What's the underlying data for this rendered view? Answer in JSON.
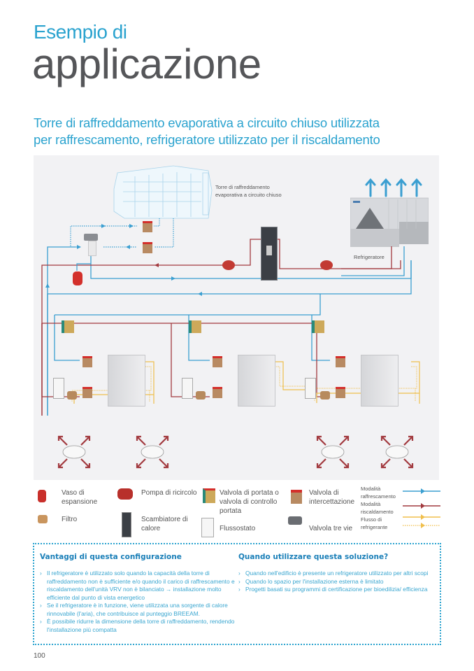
{
  "header": {
    "title_line1": "Esempio di",
    "title_line2": "applicazione",
    "subtitle_line1": "Torre di raffreddamento evaporativa a circuito chiuso utilizzata",
    "subtitle_line2": "per raffrescamento, refrigeratore utilizzato per il riscaldamento"
  },
  "diagram": {
    "tower_label_line1": "Torre di raffreddamento",
    "tower_label_line2": "evaporativa a circuito chiuso",
    "chiller_label": "Refrigeratore",
    "colors": {
      "cooling": "#3b9fd1",
      "heating": "#a23a3f",
      "refrigerant": "#f0bf4c",
      "background": "#f2f2f4"
    }
  },
  "legend": {
    "items": [
      {
        "icon": "expansion-vessel-icon",
        "label_line1": "Vaso di",
        "label_line2": "espansione"
      },
      {
        "icon": "filter-icon",
        "label_line1": "Filtro",
        "label_line2": ""
      },
      {
        "icon": "circulation-pump-icon",
        "label_line1": "Pompa di ricircolo",
        "label_line2": ""
      },
      {
        "icon": "heat-exchanger-icon",
        "label_line1": "Scambiatore di",
        "label_line2": "calore"
      },
      {
        "icon": "flow-valve-icon",
        "label_line1": "Valvola di portata o",
        "label_line2": "valvola di controllo",
        "label_line3": "portata"
      },
      {
        "icon": "flow-switch-icon",
        "label_line1": "Flussostato",
        "label_line2": ""
      },
      {
        "icon": "shutoff-valve-icon",
        "label_line1": "Valvola di",
        "label_line2": "intercettazione"
      },
      {
        "icon": "three-way-valve-icon",
        "label_line1": "Valvola tre vie",
        "label_line2": ""
      }
    ],
    "modes": [
      {
        "label_line1": "Modalità",
        "label_line2": "raffrescamento",
        "color": "#3b9fd1",
        "style": "solid"
      },
      {
        "label_line1": "Modalità",
        "label_line2": "riscaldamento",
        "color": "#a23a3f",
        "style": "solid"
      },
      {
        "label_line1": "Flusso di",
        "label_line2": "refrigerante",
        "color": "#f0bf4c",
        "style": "solid"
      },
      {
        "label_line1": "",
        "label_line2": "",
        "color": "#f0bf4c",
        "style": "dotted"
      }
    ]
  },
  "advantages": {
    "title": "Vantaggi di questa configurazione",
    "items": [
      "Il refrigeratore è utilizzato solo quando la capacità della torre di raffreddamento non è sufficiente e/o quando il carico di raffrescamento e riscaldamento dell'unità VRV non è bilanciato → installazione molto efficiente dal punto di vista energetico",
      "Se il refrigeratore è in funzione, viene utilizzata una sorgente di calore rinnovabile (l'aria), che contribuisce al punteggio BREEAM.",
      "È possibile ridurre la dimensione della torre di raffreddamento, rendendo l'installazione più compatta"
    ]
  },
  "when_to_use": {
    "title": "Quando utilizzare questa soluzione?",
    "items": [
      "Quando nell'edificio è presente un refrigeratore utilizzato per altri scopi",
      "Quando lo spazio per l'installazione esterna è limitato",
      "Progetti basati su programmi di certificazione per bioedilizia/ efficienza"
    ]
  },
  "footer": {
    "page_number": "100"
  }
}
